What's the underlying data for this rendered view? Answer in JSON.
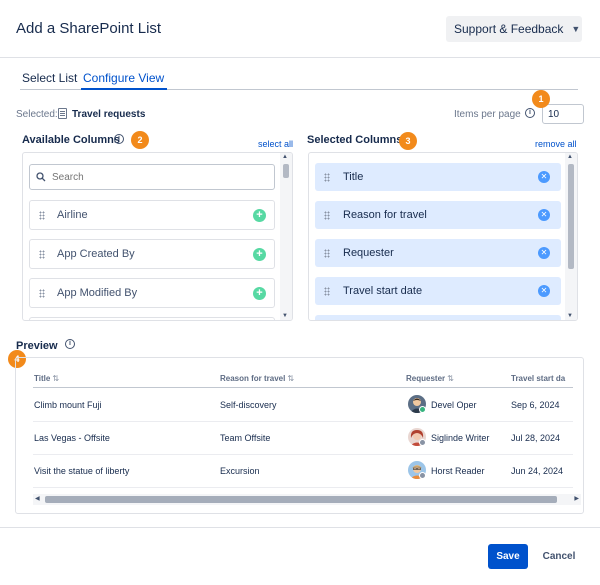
{
  "dialog": {
    "title": "Add a SharePoint List",
    "support_label": "Support & Feedback"
  },
  "tabs": [
    {
      "label": "Select List",
      "active": false
    },
    {
      "label": "Configure View",
      "active": true
    }
  ],
  "selected": {
    "label": "Selected:",
    "list_name": "Travel requests"
  },
  "items_per_page": {
    "label": "Items per page",
    "value": "10"
  },
  "badges": [
    "1",
    "2",
    "3",
    "4"
  ],
  "available": {
    "title": "Available Columns",
    "select_all": "select all",
    "search_placeholder": "Search",
    "items": [
      "Airline",
      "App Created By",
      "App Modified By"
    ]
  },
  "selected_columns": {
    "title": "Selected Columns",
    "remove_all": "remove all",
    "items": [
      "Title",
      "Reason for travel",
      "Requester",
      "Travel start date"
    ]
  },
  "preview": {
    "title": "Preview",
    "headers": [
      "Title",
      "Reason for travel",
      "Requester",
      "Travel start da"
    ],
    "rows": [
      {
        "title": "Climb mount Fuji",
        "reason": "Self-discovery",
        "requester": "Devel Oper",
        "start": "Sep 6, 2024",
        "status_color": "#36b37e"
      },
      {
        "title": "Las Vegas - Offsite",
        "reason": "Team Offsite",
        "requester": "Siglinde Writer",
        "start": "Jul 28, 2024",
        "status_color": "#8993a4"
      },
      {
        "title": "Visit the statue of liberty",
        "reason": "Excursion",
        "requester": "Horst Reader",
        "start": "Jun 24, 2024",
        "status_color": "#8993a4"
      }
    ]
  },
  "footer": {
    "save_label": "Save",
    "cancel_label": "Cancel"
  },
  "colors": {
    "accent": "#0052cc",
    "badge": "#f28a1b",
    "selected_item": "#deebff",
    "add": "#57d9a3"
  }
}
